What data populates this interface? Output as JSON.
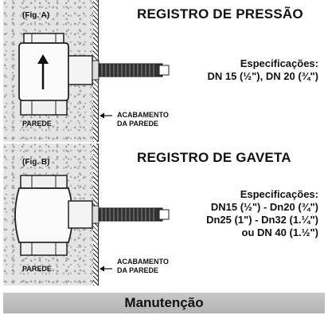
{
  "fig_a": {
    "label": "(Fig. A)",
    "title": "REGISTRO DE PRESSÃO",
    "specs_heading": "Especificações:",
    "specs_lines": [
      "DN 15 (½\"), DN 20 (¾\")"
    ],
    "wall_label": "PAREDE",
    "finish_label_line1": "ACABAMENTO",
    "finish_label_line2": "DA PAREDE"
  },
  "fig_b": {
    "label": "(Fig. B)",
    "title": "REGISTRO DE GAVETA",
    "specs_heading": "Especificações:",
    "specs_lines": [
      "DN15 (½\") - Dn20 (¾\")",
      "Dn25 (1\") - Dn32 (1.¼\")",
      "ou DN 40 (1.½\")"
    ],
    "wall_label": "PAREDE",
    "finish_label_line1": "ACABAMENTO",
    "finish_label_line2": "DA PAREDE"
  },
  "footer": {
    "title": "Manutenção"
  },
  "colors": {
    "bar": "#bcbcbc",
    "wall": "#e4e4e4",
    "ink": "#111111"
  }
}
